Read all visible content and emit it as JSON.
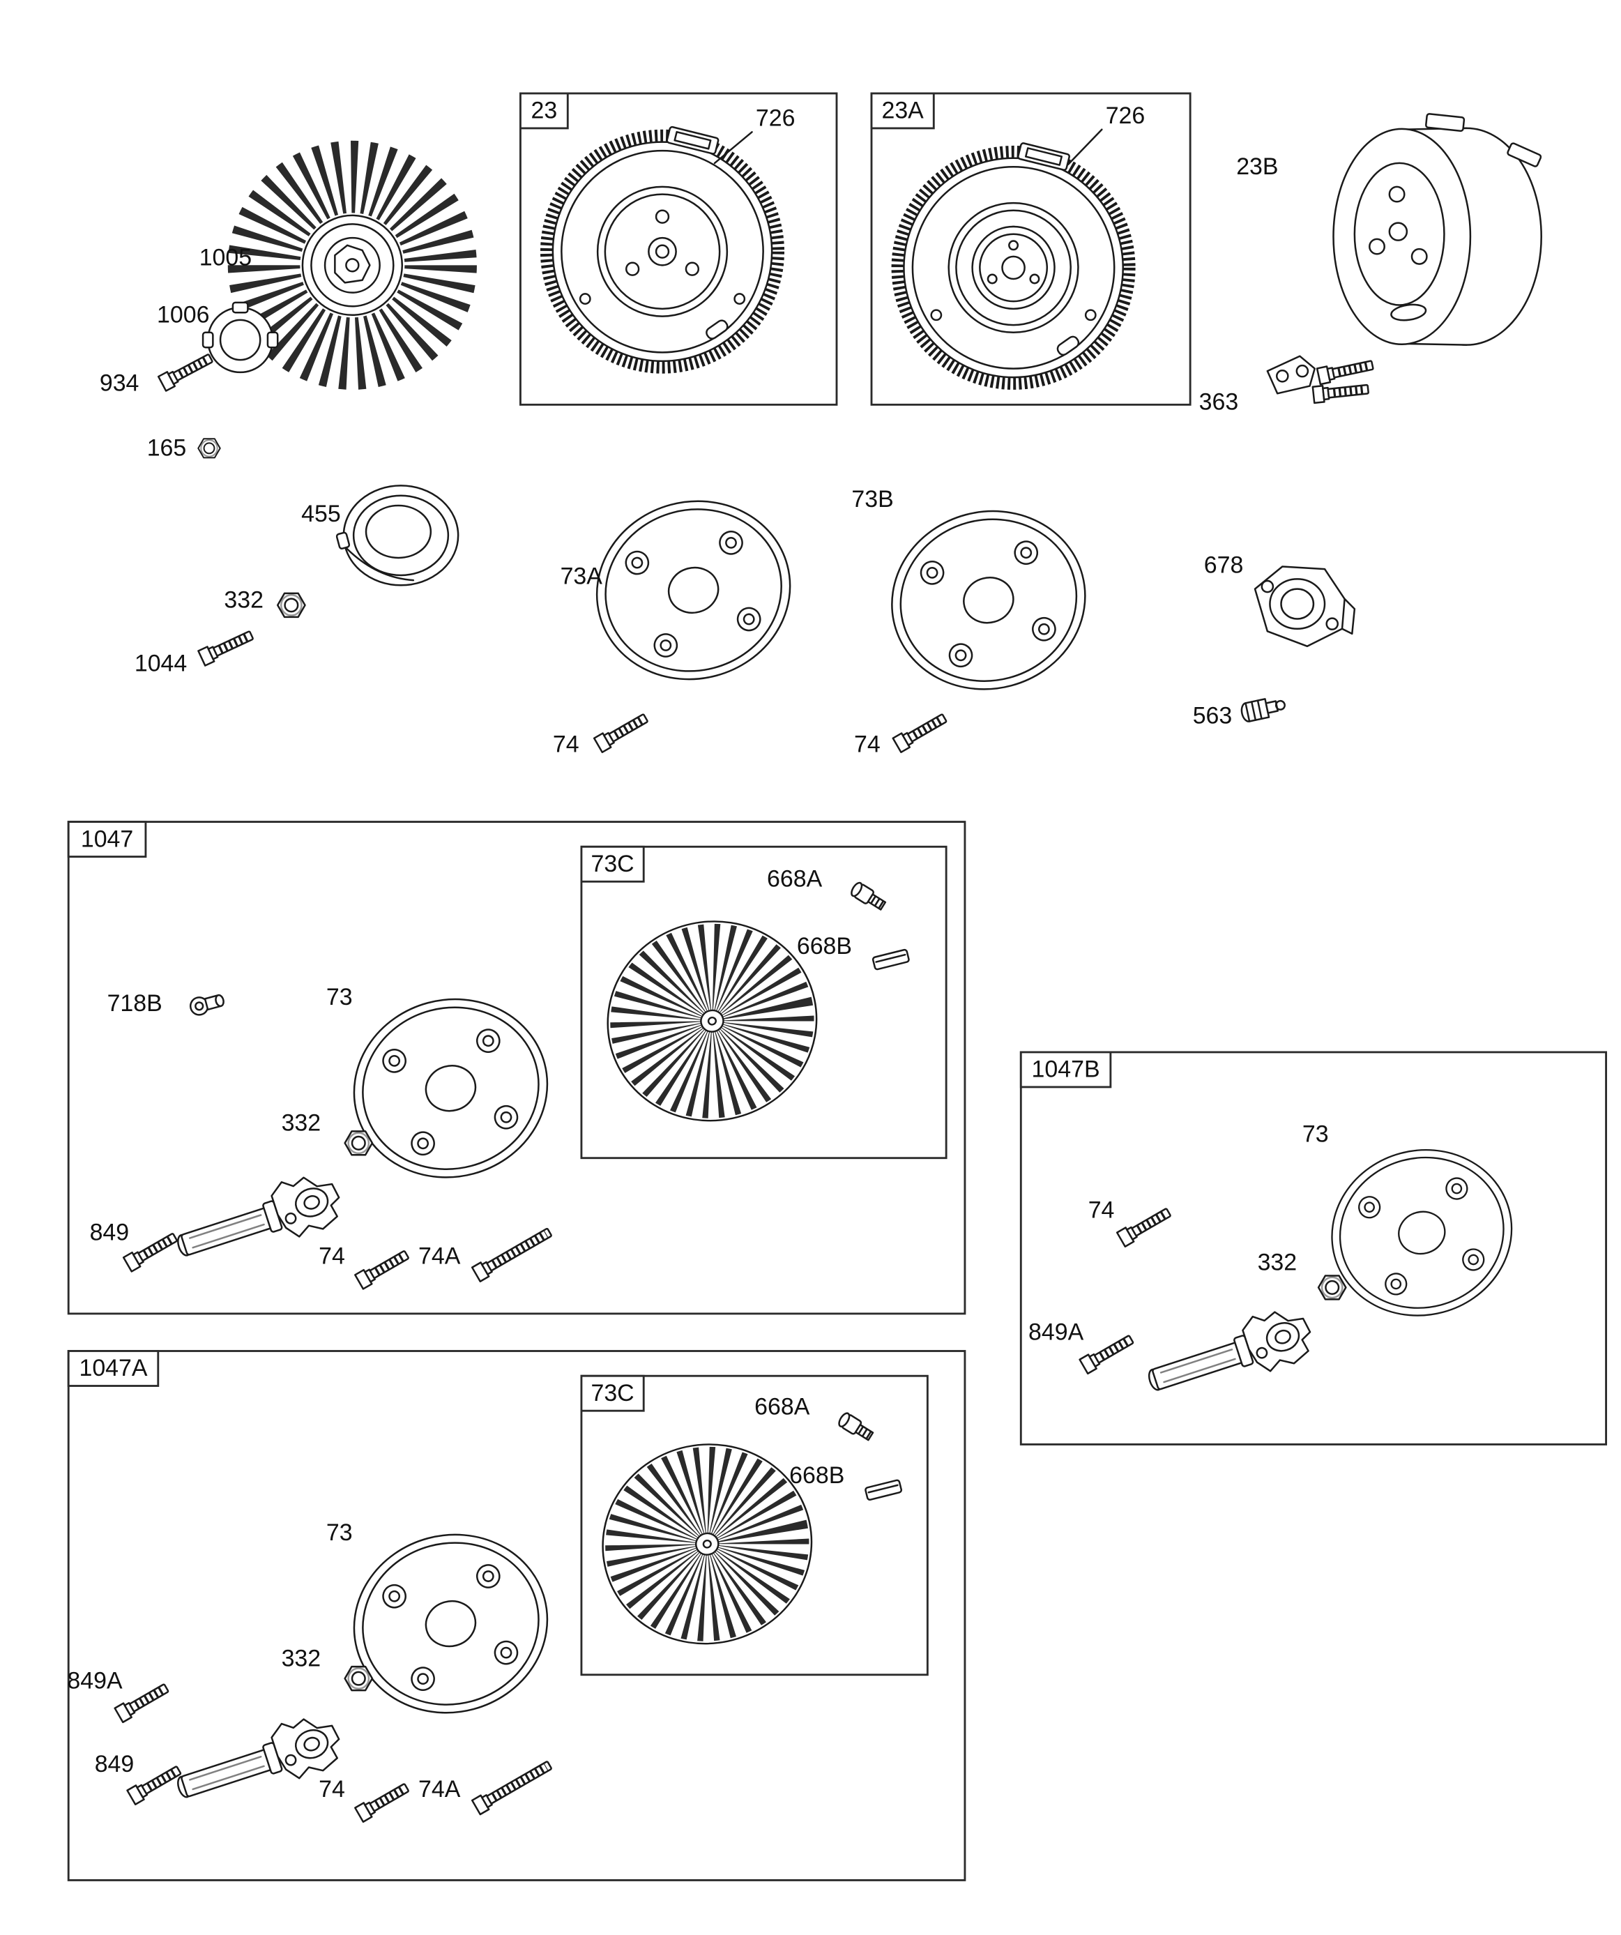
{
  "canvas": {
    "background": "#ffffff",
    "line_color": "#1a1a1a"
  },
  "boxes": {
    "b23": "23",
    "b23a": "23A",
    "b1047": "1047",
    "b1047b": "1047B",
    "b1047a": "1047A",
    "b73c_top": "73C",
    "b73c_bottom": "73C"
  },
  "labels": {
    "fan": "1005",
    "retainer": "1006",
    "screw934": "934",
    "nut165": "165",
    "gear726_a": "726",
    "gear726_b": "726",
    "flywheel23b": "23B",
    "mount363": "363",
    "cup455": "455",
    "nut332_top": "332",
    "screw1044": "1044",
    "disc73a": "73A",
    "disc73b": "73B",
    "mount678": "678",
    "plug563": "563",
    "screw74_a": "74",
    "screw74_b": "74",
    "plug668a_1": "668A",
    "key668b_1": "668B",
    "plug718b": "718B",
    "disc73_1": "73",
    "nut332_1": "332",
    "screw849_1": "849",
    "screw74_c": "74",
    "screw74a_1": "74A",
    "disc73_2": "73",
    "screw74_d": "74",
    "nut332_2": "332",
    "screw849a_1": "849A",
    "plug668a_2": "668A",
    "key668b_2": "668B",
    "disc73_3": "73",
    "nut332_3": "332",
    "screw849a_2": "849A",
    "screw849_2": "849",
    "screw74_e": "74",
    "screw74a_2": "74A"
  }
}
